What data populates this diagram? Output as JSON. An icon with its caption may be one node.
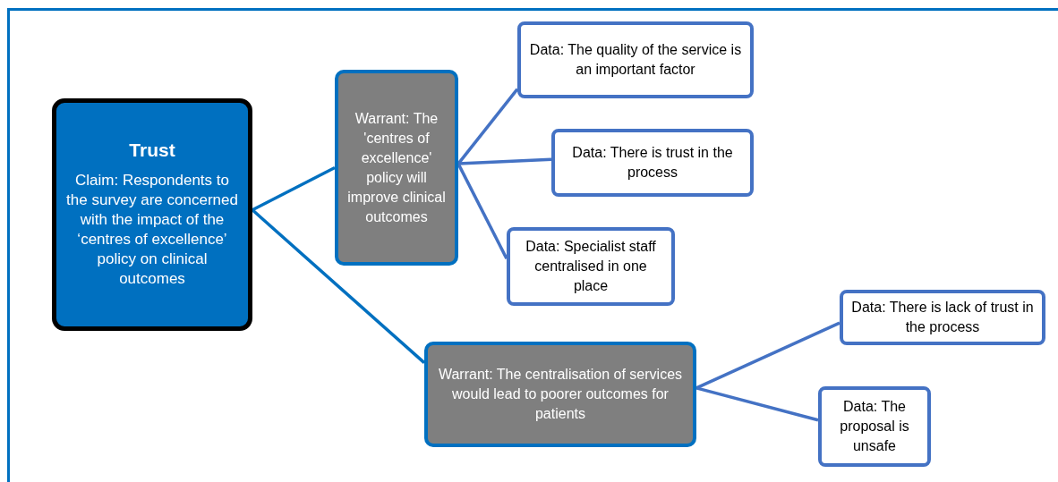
{
  "diagram": {
    "nodes": [
      {
        "text": [
          "Trust",
          "Claim: Respondents to the survey are concerned with the impact of the ‘centres of excellence’ policy on clinical outcomes"
        ]
      },
      {
        "text": [
          "Warrant: The 'centres of excellence' policy will improve clinical outcomes"
        ]
      },
      {
        "text": [
          "Data: The quality of the service is an important factor"
        ]
      },
      {
        "text": [
          "Data: There is trust in the process"
        ]
      },
      {
        "text": [
          "Data: Specialist staff centralised in one place"
        ]
      },
      {
        "text": [
          "Warrant: The centralisation of services would lead to poorer outcomes for patients"
        ]
      },
      {
        "text": [
          "Data: There is lack of trust in the process"
        ]
      },
      {
        "text": [
          "Data: The proposal is unsafe"
        ]
      }
    ],
    "edges": [
      {
        "from": 0,
        "to": 1,
        "arrow": "none",
        "color": "#0070c0"
      },
      {
        "from": 0,
        "to": 5,
        "arrow": "none",
        "color": "#0070c0"
      },
      {
        "from": 1,
        "to": 2,
        "arrow": "none"
      },
      {
        "from": 1,
        "to": 3,
        "arrow": "none"
      },
      {
        "from": 1,
        "to": 4,
        "arrow": "none"
      },
      {
        "from": 5,
        "to": 6,
        "arrow": "none"
      },
      {
        "from": 5,
        "to": 7,
        "arrow": "none"
      }
    ]
  }
}
